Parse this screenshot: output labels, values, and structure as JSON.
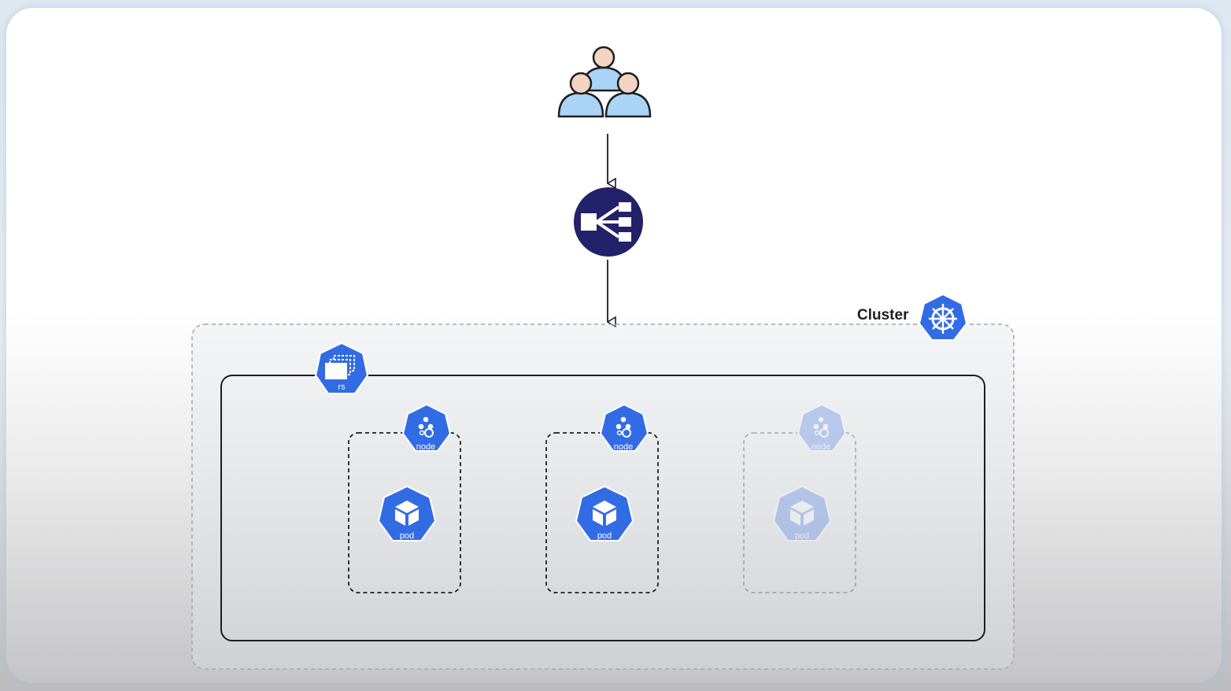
{
  "colors": {
    "k8s_blue": "#326ce5",
    "load_balancer": "#22216a",
    "user_body": "#a9d4f5",
    "user_head": "#f3d3c2",
    "outline": "#1e1e1e"
  },
  "cluster": {
    "label": "Cluster",
    "icon": "kubernetes-helm-icon"
  },
  "users": {
    "icon": "users-group-icon"
  },
  "load_balancer": {
    "icon": "load-balancer-icon"
  },
  "replicaset": {
    "icon": "replicaset-icon",
    "label": "rs"
  },
  "nodes": [
    {
      "label": "node",
      "pod_label": "pod",
      "faded": false
    },
    {
      "label": "node",
      "pod_label": "pod",
      "faded": false
    },
    {
      "label": "node",
      "pod_label": "pod",
      "faded": true
    }
  ]
}
